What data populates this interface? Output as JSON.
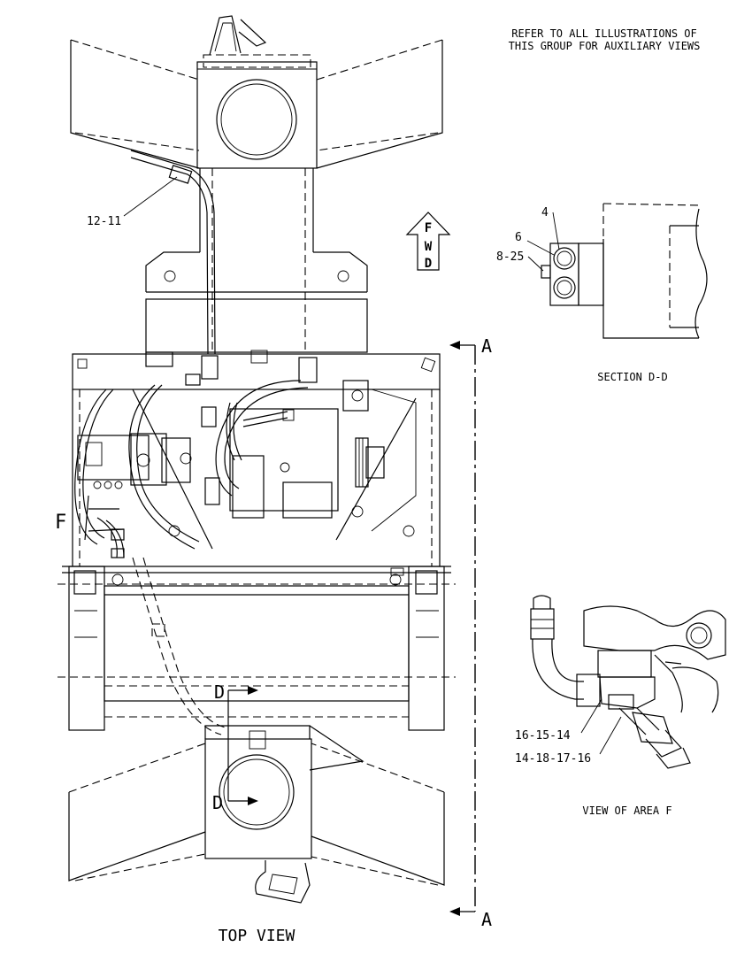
{
  "note": {
    "line1": "REFER TO ALL ILLUSTRATIONS OF",
    "line2": "THIS GROUP FOR AUXILIARY VIEWS"
  },
  "fwd": {
    "c1": "F",
    "c2": "W",
    "c3": "D"
  },
  "callouts": {
    "c12_11": "12-11",
    "c4": "4",
    "c6": "6",
    "c8_25": "8-25",
    "c16_15_14": "16-15-14",
    "c14_18_17_16": "14-18-17-16"
  },
  "section_marks": {
    "a_top": "A",
    "a_bottom": "A",
    "d_top": "D",
    "d_bottom": "D",
    "f": "F"
  },
  "titles": {
    "top_view": "TOP VIEW",
    "section_dd": "SECTION D-D",
    "view_area_f": "VIEW OF AREA F"
  }
}
